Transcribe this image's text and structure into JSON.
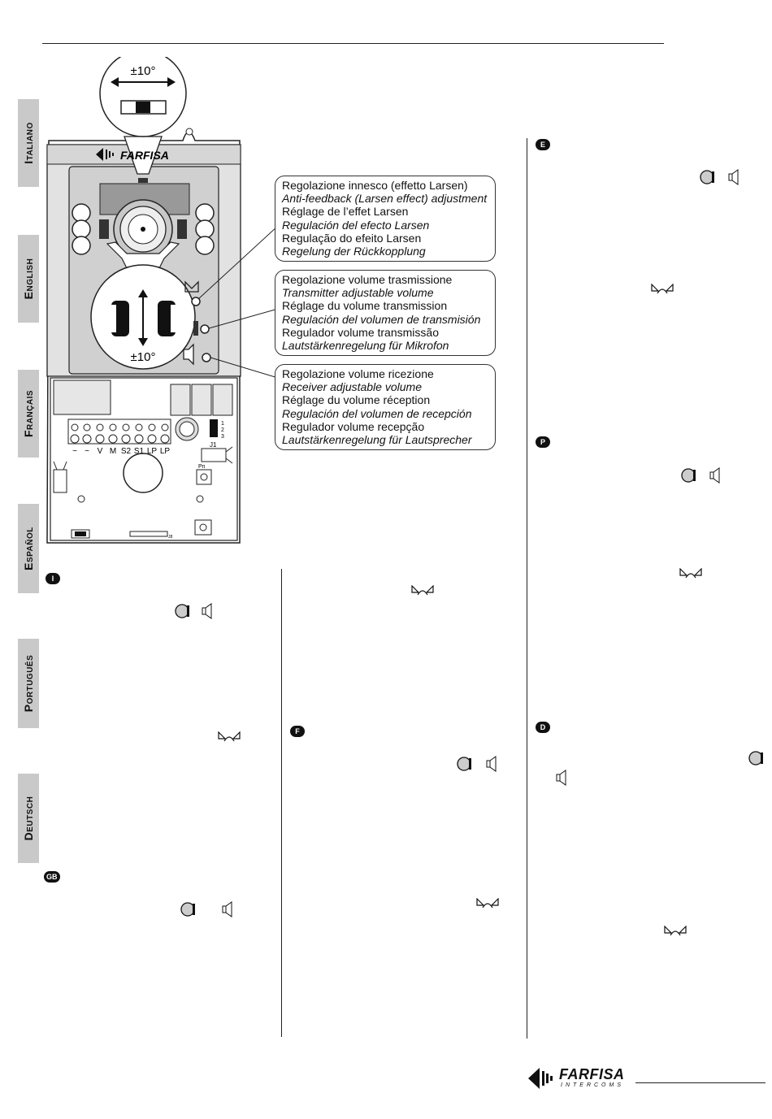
{
  "side_tabs": [
    "Italiano",
    "English",
    "Français",
    "Español",
    "Português",
    "Deutsch"
  ],
  "zoom_top_label": "±10°",
  "zoom_bottom_label": "±10°",
  "device": {
    "brand": "FARFISA",
    "terminals": [
      "~",
      "~",
      "V",
      "M",
      "S2",
      "S1",
      "LP",
      "LP"
    ],
    "jumper_label": "J1",
    "jumper_pins": [
      "1",
      "2",
      "3"
    ],
    "button_label": "Pn",
    "connector_label": "J8"
  },
  "callouts": [
    {
      "lines": [
        {
          "text": "Regolazione innesco (effetto Larsen)",
          "italic": false
        },
        {
          "text": "Anti-feedback (Larsen effect) adjustment",
          "italic": true
        },
        {
          "text": "Réglage de l’effet Larsen",
          "italic": false
        },
        {
          "text": "Regulación del efecto Larsen",
          "italic": true
        },
        {
          "text": "Regulação do efeito Larsen",
          "italic": false
        },
        {
          "text": "Regelung der Rückkopplung",
          "italic": true
        }
      ]
    },
    {
      "lines": [
        {
          "text": "Regolazione volume trasmissione",
          "italic": false
        },
        {
          "text": "Transmitter adjustable volume",
          "italic": true
        },
        {
          "text": "Réglage du volume transmission",
          "italic": false
        },
        {
          "text": "Regulación del volumen de transmisión",
          "italic": true
        },
        {
          "text": "Regulador volume transmissão",
          "italic": false
        },
        {
          "text": "Lautstärkenregelung für Mikrofon",
          "italic": true
        }
      ]
    },
    {
      "lines": [
        {
          "text": "Regolazione volume ricezione",
          "italic": false
        },
        {
          "text": "Receiver adjustable volume",
          "italic": true
        },
        {
          "text": "Réglage du volume réception",
          "italic": false
        },
        {
          "text": "Regulación del volumen de recepción",
          "italic": true
        },
        {
          "text": "Regulador volume recepção",
          "italic": false
        },
        {
          "text": "Lautstärkenregelung für Lautsprecher",
          "italic": true
        }
      ]
    }
  ],
  "badges": {
    "i": "I",
    "gb": "GB",
    "f": "F",
    "e": "E",
    "p": "P",
    "d": "D"
  },
  "footer": {
    "brand": "FARFISA",
    "tagline": "INTERCOMS"
  },
  "icon_names": [
    "microphone-icon",
    "speaker-icon",
    "larsen-icon"
  ]
}
